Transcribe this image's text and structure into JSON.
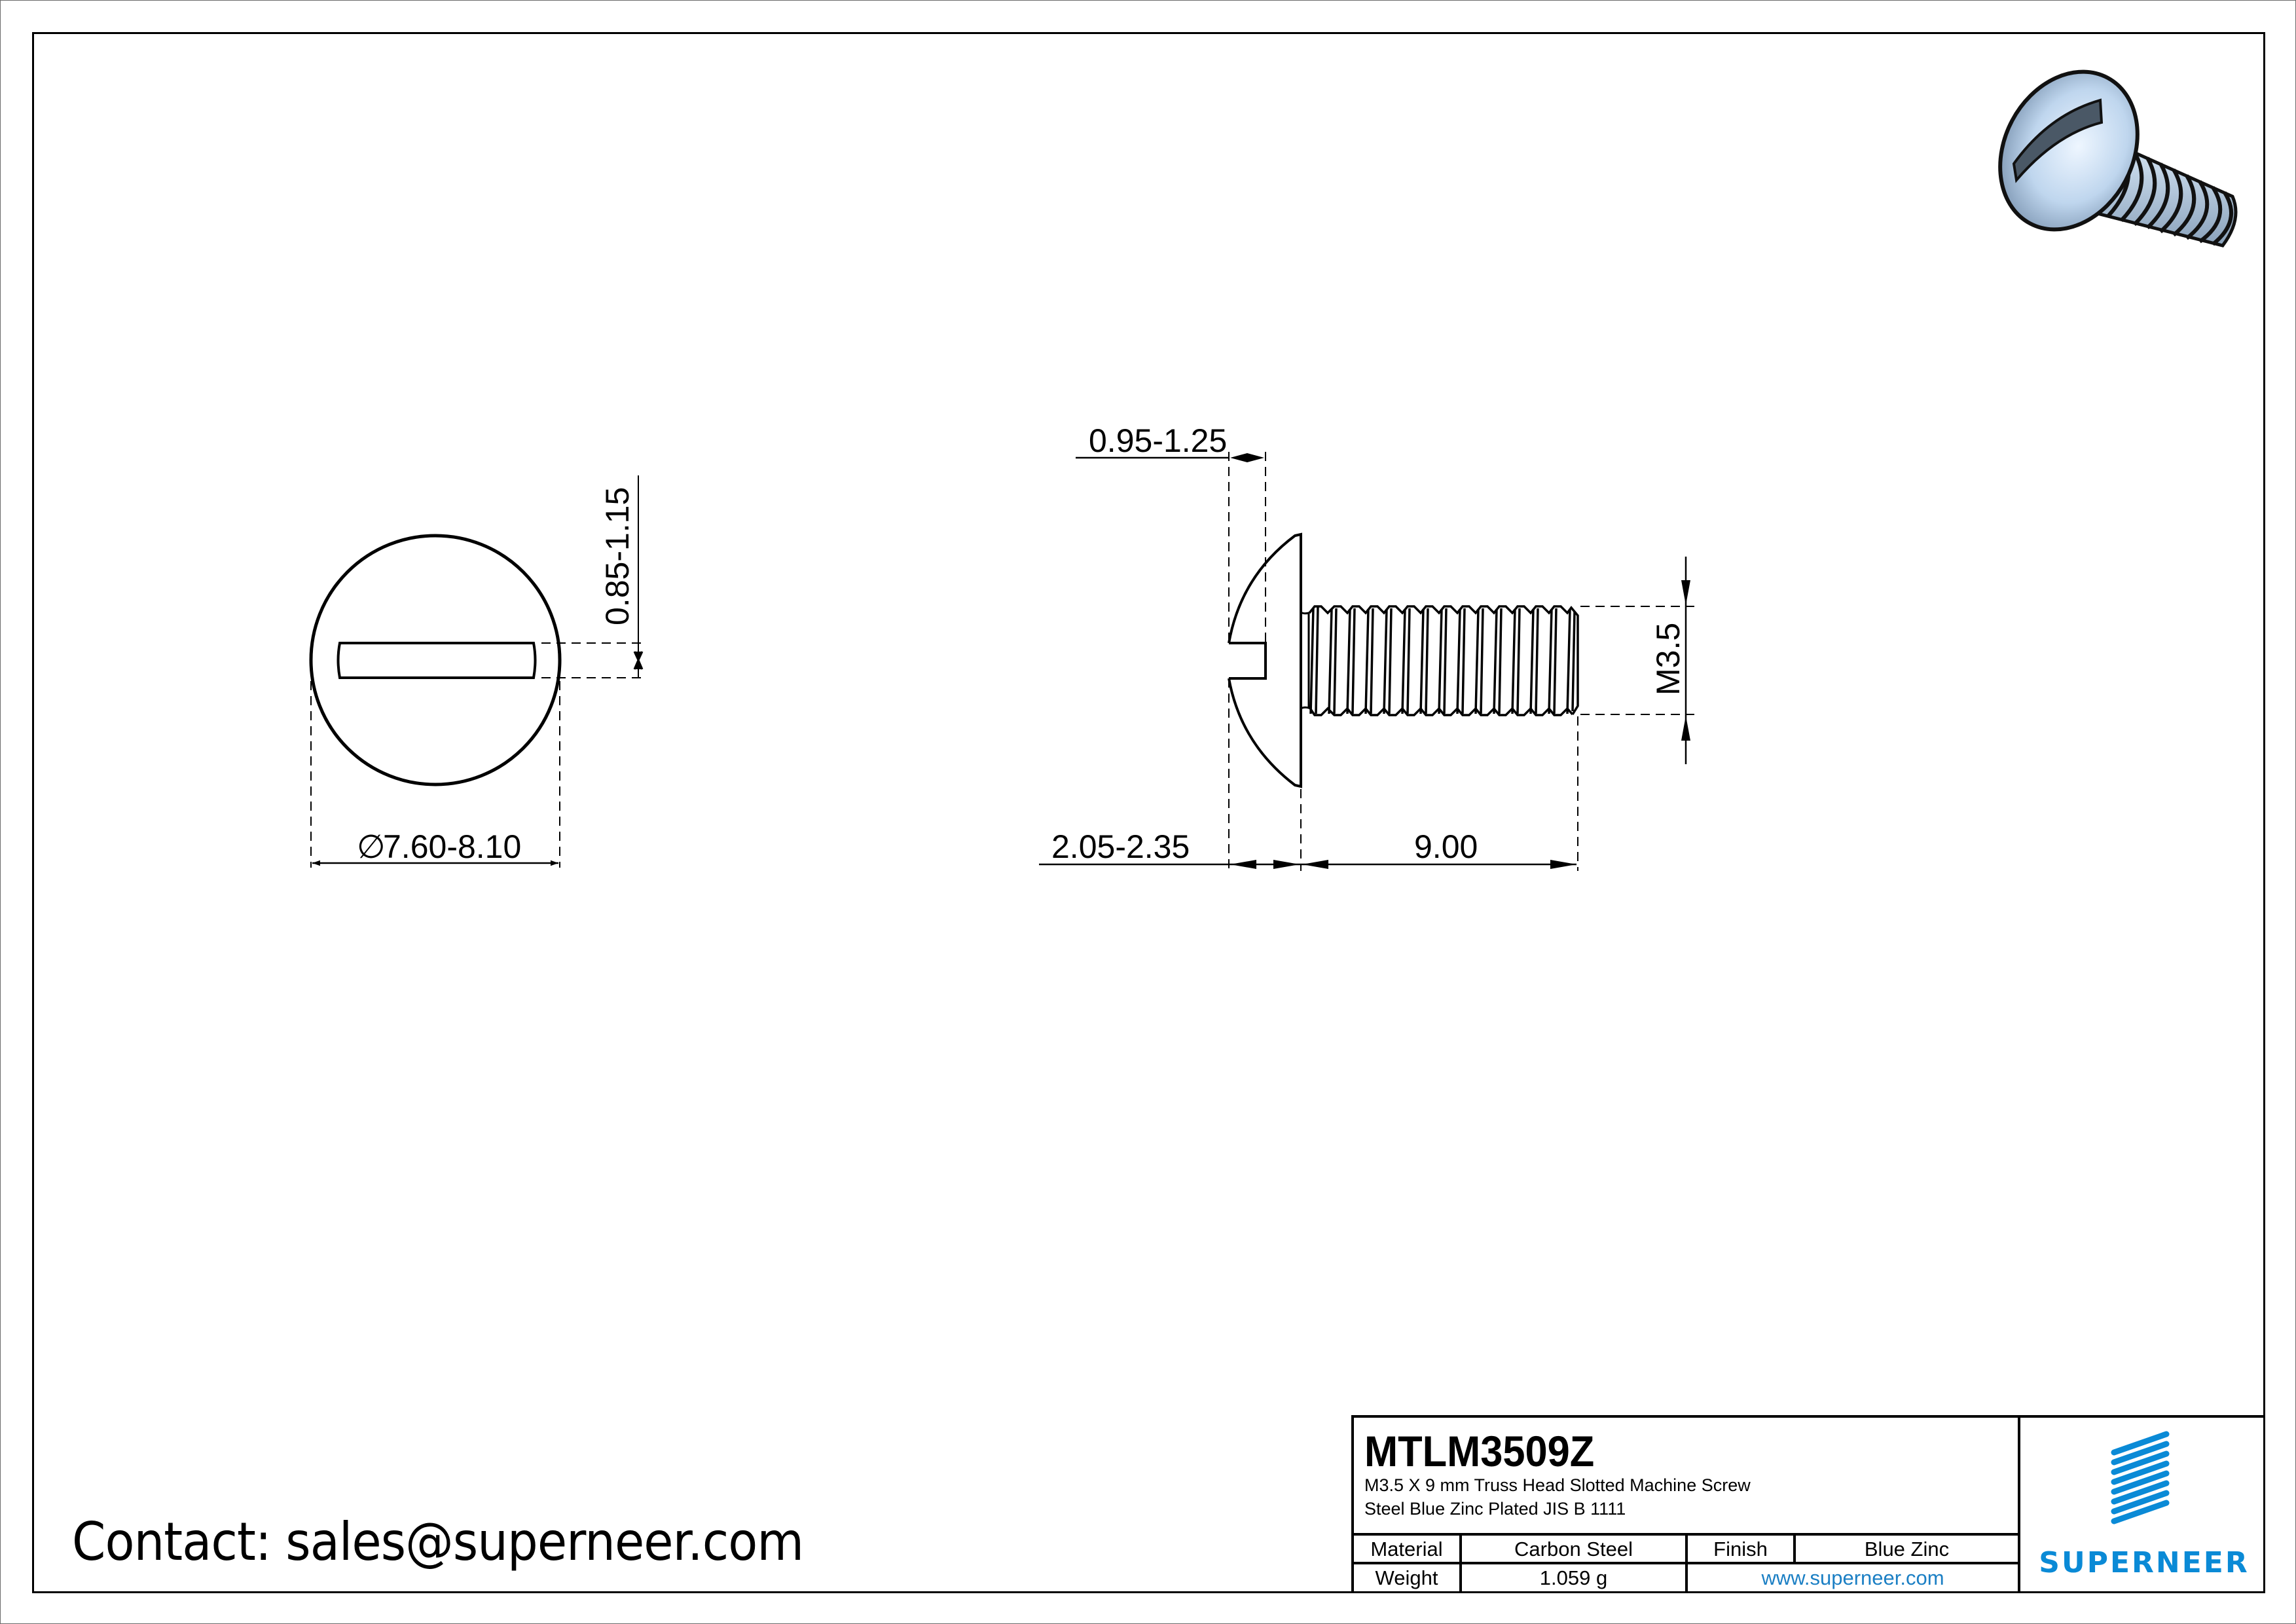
{
  "drawing": {
    "part_number": "MTLM3509Z",
    "description_line1": "M3.5 X 9 mm  Truss Head Slotted Machine Screw",
    "description_line2": "Steel Blue Zinc Plated JIS B 1111",
    "contact": "Contact: sales@superneer.com",
    "accent_color": "#0a8ad6"
  },
  "title_block": {
    "material_label": "Material",
    "material_value": "Carbon Steel",
    "finish_label": "Finish",
    "finish_value": "Blue Zinc",
    "weight_label": "Weight",
    "weight_value": "1.059 g",
    "website": "www.superneer.com",
    "logo_text": "SUPERNEER",
    "logo_icon": "diagonal-stripes-logo-icon"
  },
  "head_view": {
    "diameter_dim": "7.60-8.10",
    "diameter_symbol": "∅",
    "slot_width_dim": "0.85-1.15"
  },
  "side_view": {
    "slot_depth_dim": "0.95-1.25",
    "head_height_dim": "2.05-2.35",
    "length_dim": "9.00",
    "thread_dim": "M3.5"
  },
  "iso_view": {
    "label": "3d-screw-render",
    "color": "#c6dcef"
  }
}
